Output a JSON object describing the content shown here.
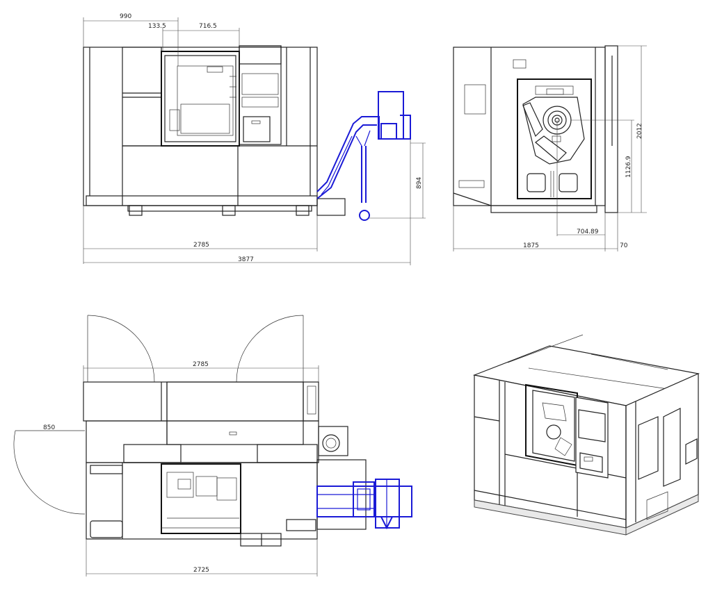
{
  "colors": {
    "line": "#222222",
    "coolant": "#1a1ad6",
    "dimension": "#444444"
  },
  "front_view": {
    "dims": {
      "d990": "990",
      "d133": "133.5",
      "d716": "716.5",
      "d2785": "2785",
      "d3877": "3877",
      "d894": "894"
    }
  },
  "side_view": {
    "dims": {
      "d2012": "2012",
      "d1126": "1126.9",
      "d704": "704.89",
      "d1875": "1875",
      "d70": "70"
    }
  },
  "top_view": {
    "dims": {
      "d2785": "2785",
      "d850": "850",
      "d2725": "2725"
    }
  }
}
